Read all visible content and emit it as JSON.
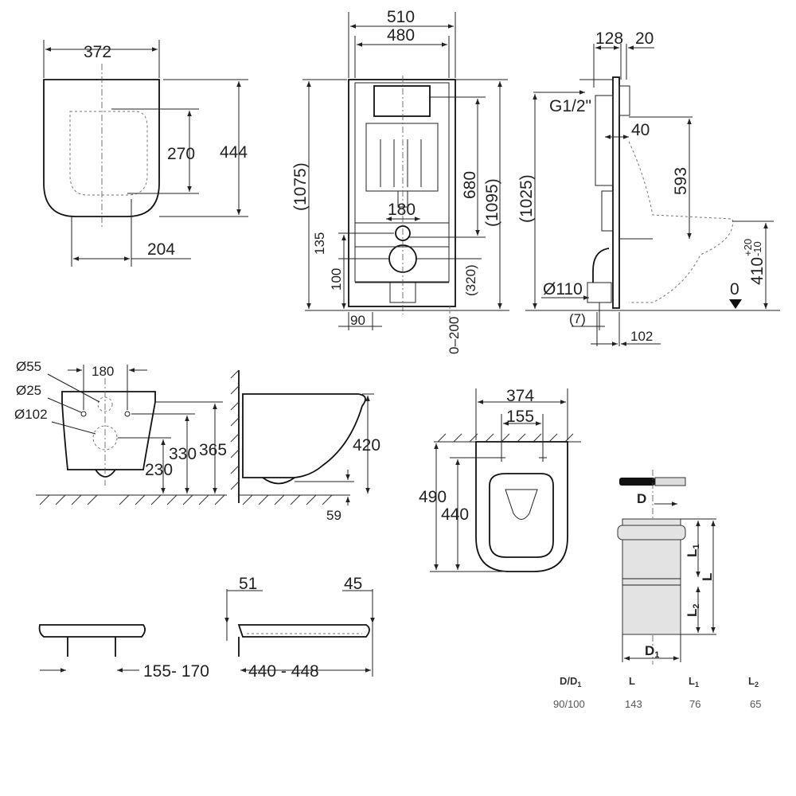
{
  "seat_top_view": {
    "width": "372",
    "inner_depth": "270",
    "depth": "444",
    "hinge_spacing": "204"
  },
  "frame_front_view": {
    "outer_width": "510",
    "inner_width": "480",
    "height_left": "(1075)",
    "flush_height": "680",
    "height_right": "(1095)",
    "bolt_spacing": "180",
    "bolt_height": "135",
    "outlet_height": "100",
    "outlet_center": "(320)",
    "foot_offset": "90",
    "foot_adjust": "0–200"
  },
  "frame_side_view": {
    "depth": "128",
    "plate": "20",
    "water_inlet": "G1/2\"",
    "offset": "40",
    "flush_to_bolts": "593",
    "height": "(1025)",
    "seat_height": "410",
    "seat_tol_plus": "+20",
    "seat_tol_minus": "-10",
    "floor_level": "0",
    "outlet_dia": "Ø110",
    "outlet_offset": "(7)",
    "outlet_distance": "102"
  },
  "bowl_front_view": {
    "bolt_hole": "Ø55",
    "fix_hole": "Ø25",
    "outlet_hole": "Ø102",
    "bolt_spacing": "180",
    "outlet_height": "230",
    "bolt_height": "330",
    "top_height": "365"
  },
  "bowl_side_view": {
    "height": "420",
    "bottom": "59"
  },
  "bowl_top_view": {
    "width": "374",
    "bolt_spacing": "155",
    "length": "490",
    "inner_length": "440"
  },
  "seat_side_view": {
    "hinge_range": "155- 170",
    "rear_offset": "51",
    "front_offset": "45",
    "length_range": "440 - 448"
  },
  "pipe_fitting": {
    "labels": {
      "d": "D",
      "d1": "D",
      "d1_sub": "1",
      "l": "L",
      "l1": "L",
      "l1_sub": "1",
      "l2": "L",
      "l2_sub": "2"
    },
    "table": {
      "headers": [
        {
          "main": "D/D",
          "sub": "1"
        },
        {
          "main": "L",
          "sub": ""
        },
        {
          "main": "L",
          "sub": "1"
        },
        {
          "main": "L",
          "sub": "2"
        }
      ],
      "row": [
        "90/100",
        "143",
        "76",
        "65"
      ]
    }
  },
  "colors": {
    "line": "#222222",
    "fitting_fill": "#e3e3e3"
  }
}
